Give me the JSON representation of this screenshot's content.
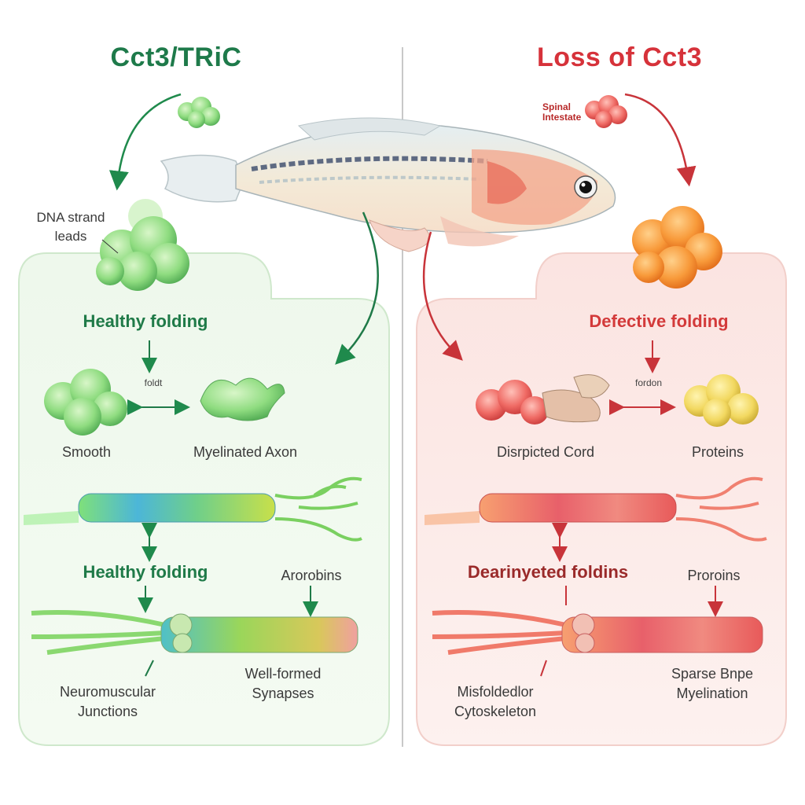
{
  "left": {
    "title": "Cct3/TRiC",
    "color": "#1e7a4a",
    "dna_label_line1": "DNA strand",
    "dna_label_line2": "leads",
    "heading1": "Healthy folding",
    "small_label": "foldt",
    "label_smooth": "Smooth",
    "label_axon": "Myelinated Axon",
    "heading2": "Healthy folding",
    "label_proteins": "Arorobins",
    "label_nmj_line1": "Neuromuscular",
    "label_nmj_line2": "Junctions",
    "label_syn_line1": "Well-formed",
    "label_syn_line2": "Synapses"
  },
  "right": {
    "title": "Loss of Cct3",
    "color": "#d6323a",
    "spinal_line1": "Spinal",
    "spinal_line2": "Intestate",
    "heading1": "Defective folding",
    "small_label": "fordon",
    "label_cord": "Disrpicted Cord",
    "label_proteins": "Proteins",
    "heading2": "Dearinyeted foldins",
    "label_proteins2": "Proroins",
    "label_cyto_line1": "Misfoldedlor",
    "label_cyto_line2": "Cytoskeleton",
    "label_myel_line1": "Sparse Bnpe",
    "label_myel_line2": "Myelination"
  }
}
